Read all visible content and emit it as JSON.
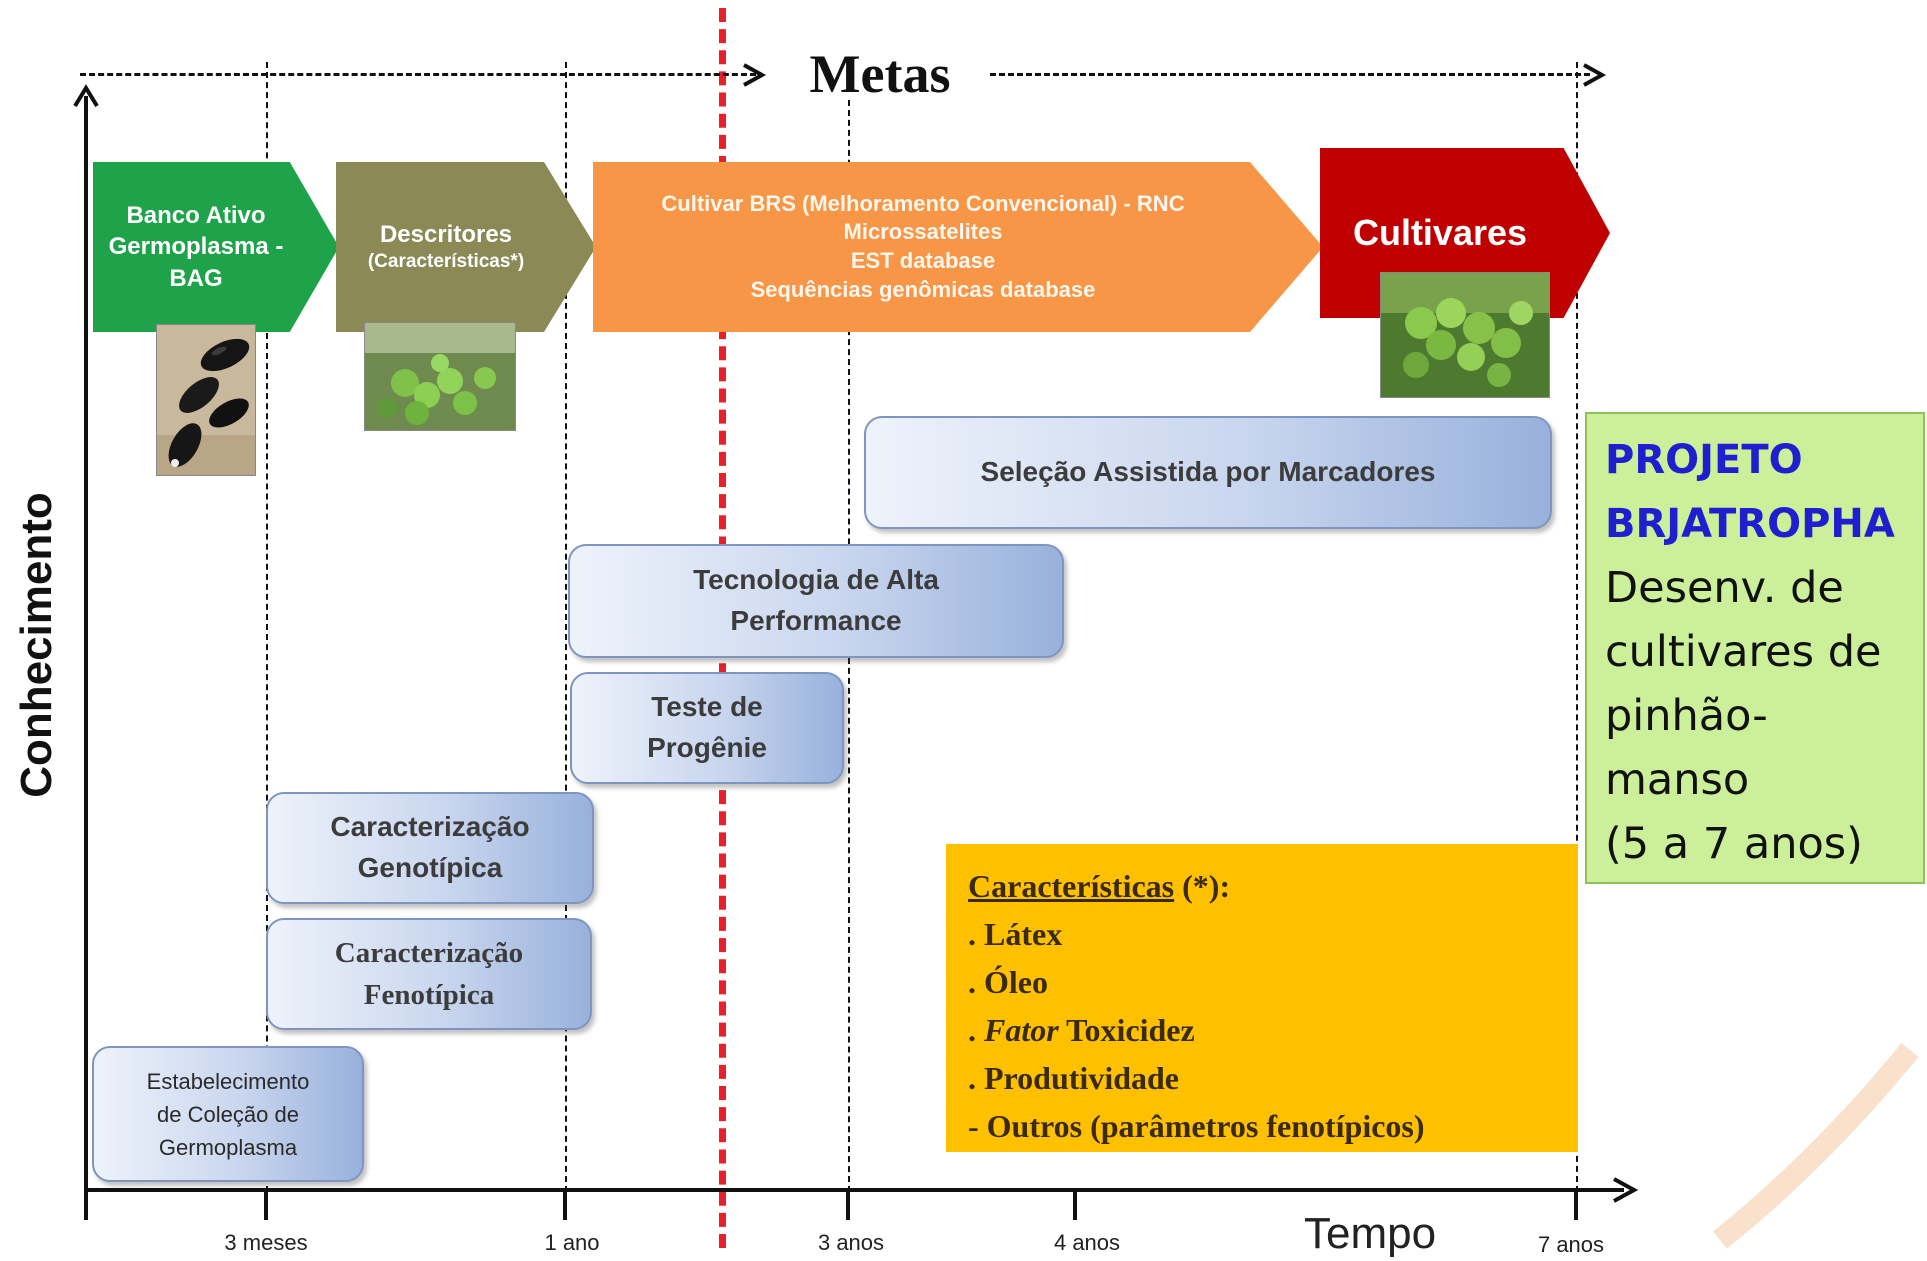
{
  "header": {
    "title": "Metas"
  },
  "axes": {
    "y_label": "Conhecimento",
    "x_label": "Tempo"
  },
  "ticks": [
    {
      "label": "3 meses"
    },
    {
      "label": "1 ano"
    },
    {
      "label": "3 anos"
    },
    {
      "label": "4 anos"
    },
    {
      "label": "7 anos"
    }
  ],
  "stages": [
    {
      "lines": [
        "Banco Ativo",
        "Germoplasma -",
        "BAG"
      ],
      "color": "#1fa34a"
    },
    {
      "lines": [
        "Descritores",
        "(Características*)"
      ],
      "color": "#8b8a57"
    },
    {
      "lines": [
        "Cultivar BRS (Melhoramento Convencional) -  RNC",
        "Microssatelites",
        "EST database",
        "Sequências genômicas database"
      ],
      "color": "#f79646"
    },
    {
      "lines": [
        "Cultivares"
      ],
      "color": "#c00000"
    }
  ],
  "activities": [
    {
      "lines": [
        "Seleção Assistida por Marcadores"
      ]
    },
    {
      "lines": [
        "Tecnologia de Alta",
        "Performance"
      ]
    },
    {
      "lines": [
        "Teste de",
        "Progênie"
      ]
    },
    {
      "lines": [
        "Caracterização",
        "Genotípica"
      ]
    },
    {
      "lines": [
        "Caracterização",
        "Fenotípica"
      ]
    },
    {
      "lines": [
        "Estabelecimento",
        "de Coleção de",
        "Germoplasma"
      ]
    }
  ],
  "characteristics": {
    "heading": "Características",
    "heading_suffix": " (*):",
    "items": [
      {
        "prefix": ". Látex",
        "italic": "",
        "suffix": ""
      },
      {
        "prefix": ". Óleo",
        "italic": "",
        "suffix": ""
      },
      {
        "prefix": ". ",
        "italic": "Fator",
        "suffix": " Toxicidez"
      },
      {
        "prefix": ". Produtividade",
        "italic": "",
        "suffix": ""
      },
      {
        "prefix": "- Outros (parâmetros fenotípicos)",
        "italic": "",
        "suffix": ""
      }
    ],
    "background_color": "#ffc000"
  },
  "project_box": {
    "title_lines": [
      "PROJETO",
      "BRJATROPHA"
    ],
    "body_lines": [
      "Desenv. de",
      "cultivares de",
      "pinhão-",
      "manso",
      "(5 a 7 anos)"
    ],
    "title_color": "#1f1fd0",
    "background_color": "#ccf09a"
  },
  "icons": [
    {
      "name": "jatropha-seeds-photo"
    },
    {
      "name": "green-fruits-photo"
    },
    {
      "name": "fruit-cluster-photo"
    }
  ]
}
